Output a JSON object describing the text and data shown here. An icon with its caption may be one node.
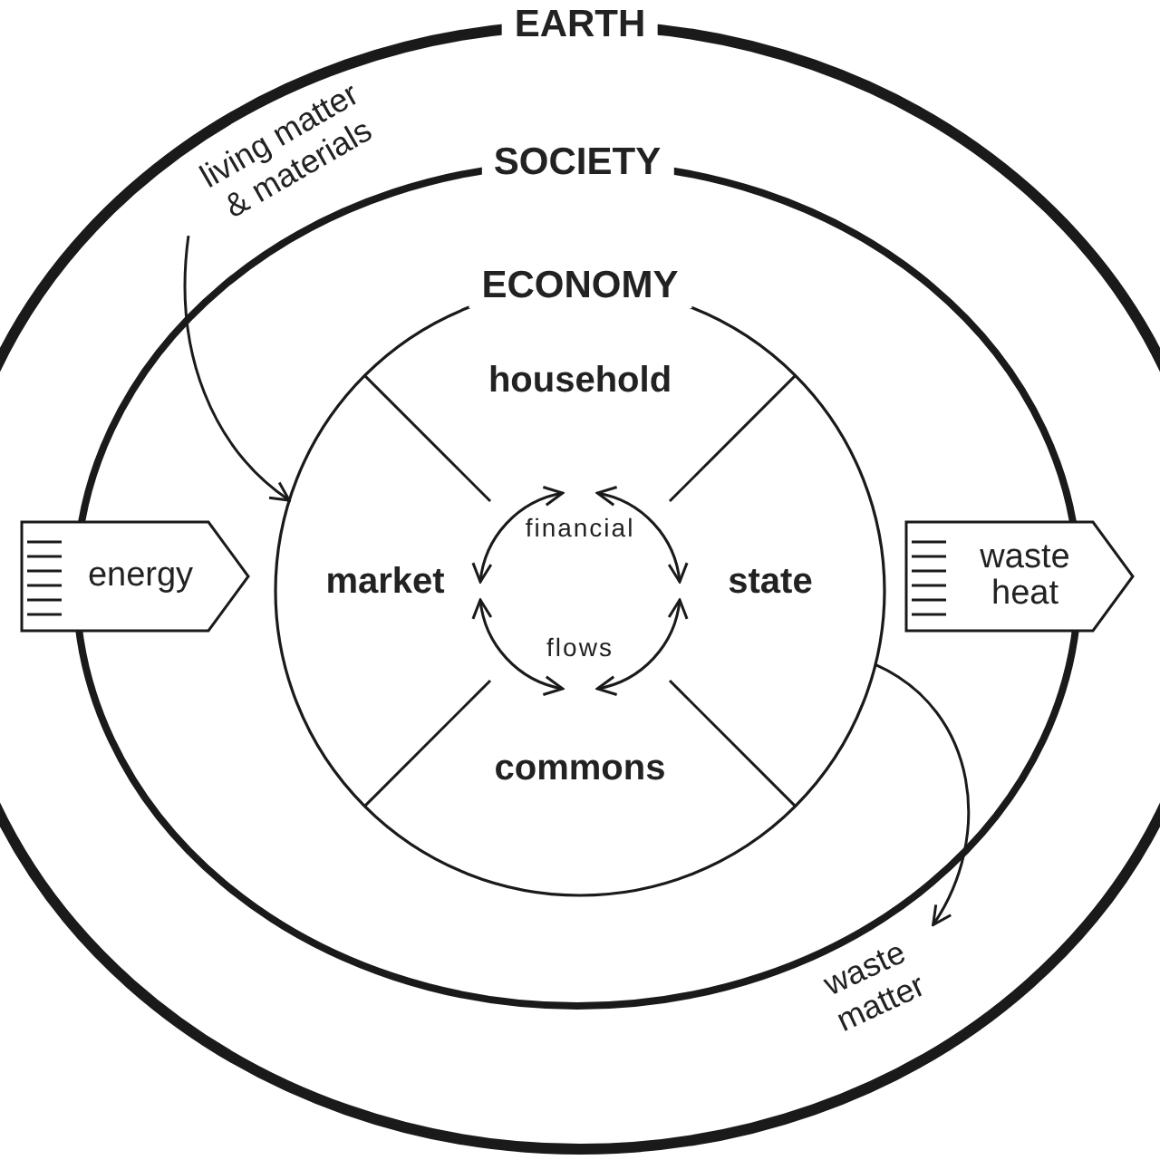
{
  "diagram": {
    "nodes": [
      {
        "text": [
          "EARTH"
        ]
      },
      {
        "text": [
          "SOCIETY"
        ],
        "in": 0
      },
      {
        "text": [
          "ECONOMY"
        ],
        "in": 1
      },
      {
        "text": [
          "household"
        ],
        "in": 2
      },
      {
        "text": [
          "market"
        ],
        "in": 2
      },
      {
        "text": [
          "state"
        ],
        "in": 2
      },
      {
        "text": [
          "commons"
        ],
        "in": 2
      },
      {
        "text": [
          "energy"
        ],
        "in": 0
      },
      {
        "text": [
          "waste heat"
        ],
        "in": 0
      },
      {
        "text": [
          "living matter & materials"
        ],
        "in": 0
      },
      {
        "text": [
          "waste matter"
        ],
        "in": 0
      }
    ],
    "edges": [
      {
        "from": 9,
        "to": 2,
        "arrow": "to"
      },
      {
        "from": 2,
        "to": 10,
        "arrow": "to"
      },
      {
        "from": 3,
        "to": 4,
        "arrow": "both"
      },
      {
        "from": 3,
        "to": 5,
        "arrow": "both"
      },
      {
        "from": 4,
        "to": 6,
        "arrow": "both"
      },
      {
        "from": 5,
        "to": 6,
        "arrow": "both"
      }
    ],
    "labels": [
      "financial",
      "flows"
    ]
  }
}
